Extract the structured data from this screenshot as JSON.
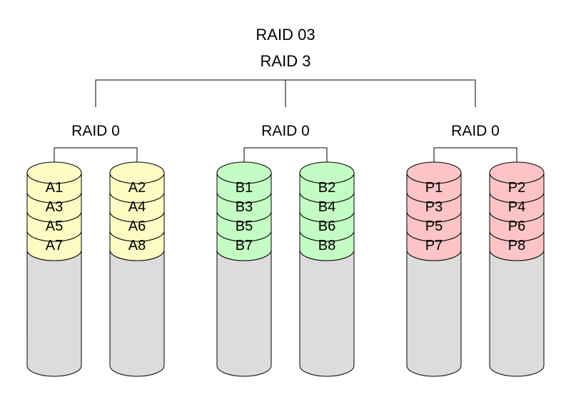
{
  "titles": {
    "outer": "RAID 03",
    "inner": "RAID 3"
  },
  "colors": {
    "empty": "#dcdcdc",
    "outline": "#000000"
  },
  "groups": [
    {
      "label": "RAID 0",
      "fill": "#fdfcc4",
      "disks": [
        {
          "blocks": [
            "A1",
            "A3",
            "A5",
            "A7"
          ]
        },
        {
          "blocks": [
            "A2",
            "A4",
            "A6",
            "A8"
          ]
        }
      ]
    },
    {
      "label": "RAID 0",
      "fill": "#c4fcc4",
      "disks": [
        {
          "blocks": [
            "B1",
            "B3",
            "B5",
            "B7"
          ]
        },
        {
          "blocks": [
            "B2",
            "B4",
            "B6",
            "B8"
          ]
        }
      ]
    },
    {
      "label": "RAID 0",
      "fill": "#fcc4c4",
      "disks": [
        {
          "blocks": [
            "P1",
            "P3",
            "P5",
            "P7"
          ]
        },
        {
          "blocks": [
            "P2",
            "P4",
            "P6",
            "P8"
          ]
        }
      ]
    }
  ]
}
